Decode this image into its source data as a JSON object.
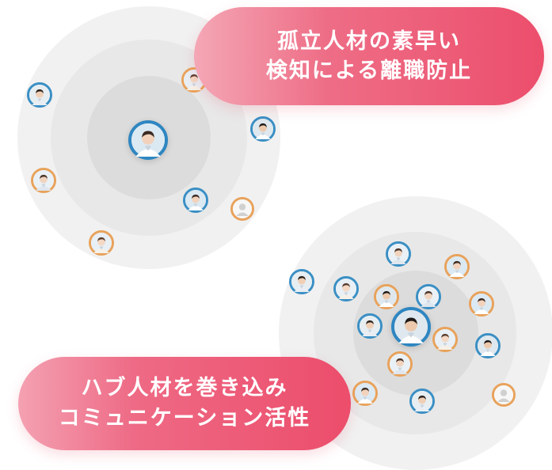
{
  "isolation_panel": {
    "label_line1": "孤立人材の素早い",
    "label_line2": "検知による離職防止"
  },
  "hub_panel": {
    "label_line1": "ハブ人材を巻き込み",
    "label_line2": "コミュニケーション活性"
  },
  "colors": {
    "pill_accent": "#ec4e6c",
    "avatar_blue_border": "#3a8fc4",
    "avatar_orange_border": "#e8a25b",
    "ring_outer": "#f0f0f0",
    "ring_middle": "#e6e6e6",
    "ring_inner": "#dadada"
  },
  "icons": {
    "person": "person-icon",
    "placeholder": "placeholder-person-icon"
  }
}
